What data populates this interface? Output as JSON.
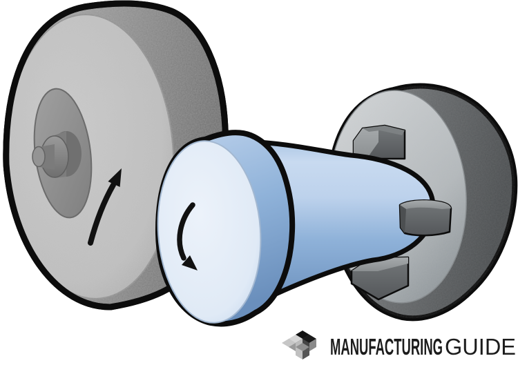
{
  "logo": {
    "brand_bold": "MANUFACTURING",
    "brand_light": "GUIDE",
    "mark_icon": "isometric-cubes"
  },
  "illustration": {
    "subject": "Cylindrical plunge grinding",
    "parts": {
      "grinding_wheel": "Grinding wheel",
      "wheel_hub": "Wheel hub and spindle",
      "workpiece": "Cylindrical workpiece",
      "chuck": "Three-jaw chuck"
    },
    "icons": {
      "wheel_rotation_arrow": "curved-arrow-up",
      "workpiece_rotation_arrow": "curved-arrow-down"
    },
    "wheel_rotation": "counter-clockwise",
    "workpiece_rotation": "counter-clockwise"
  },
  "colors": {
    "background": "#ffffff",
    "outline": "#0c0c0c",
    "arrow": "#111111",
    "wheel_face_light": "#cbcbcb",
    "wheel_face_dark": "#a8a8a8",
    "wheel_rim_light": "#b0b0b0",
    "wheel_rim_dark": "#6f6f6f",
    "hub_gray": "#a2a2a2",
    "chuck_face_light": "#d2d5d7",
    "chuck_face_dark": "#8f969a",
    "chuck_rim_light": "#8a8d8f",
    "chuck_rim_dark": "#4d5052",
    "jaw_light": "#a6aaac",
    "jaw_dark": "#54575a",
    "workpiece_face": "#ecf2fa",
    "workpiece_light": "#bdd2ec",
    "workpiece_mid": "#8fb2d9",
    "workpiece_dark": "#6a8fbc",
    "logo_text": "#1c1c1c"
  }
}
